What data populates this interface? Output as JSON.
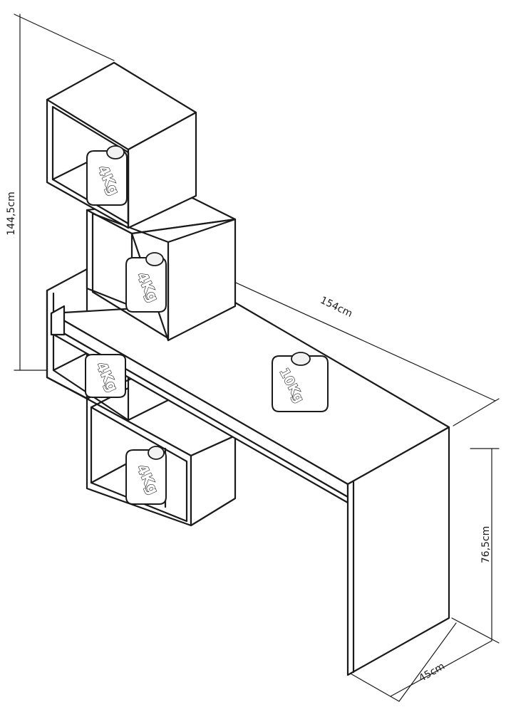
{
  "dimensions": {
    "height_total": "144,5cm",
    "width": "154cm",
    "desk_height": "76,5cm",
    "depth": "45cm"
  },
  "weights": {
    "cube_top": "4Kg",
    "cube_middle": "4Kg",
    "cube_lower": "4Kg",
    "cube_bottom": "4Kg",
    "desk_top": "10Kg"
  }
}
